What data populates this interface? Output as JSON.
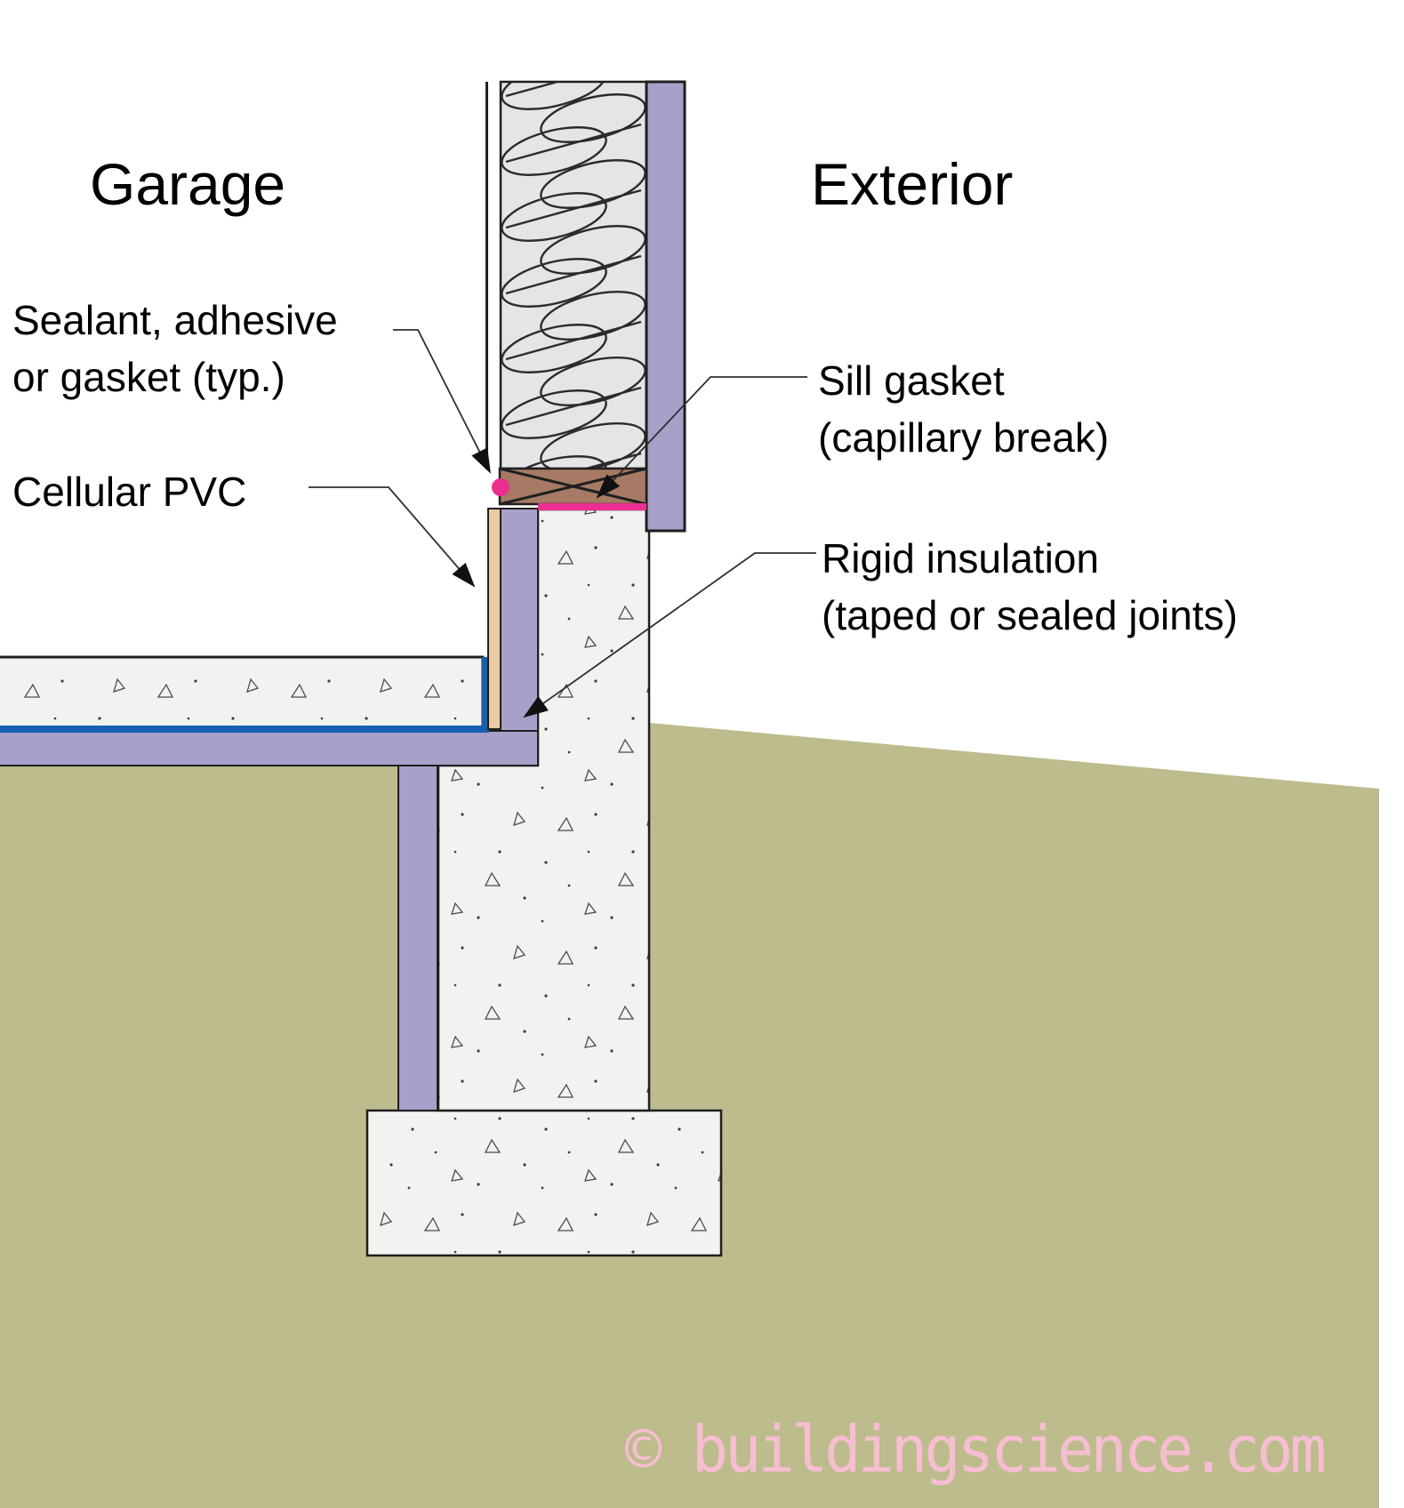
{
  "diagram": {
    "title_left": "Garage",
    "title_right": "Exterior",
    "callouts": {
      "sealant": {
        "line1": "Sealant, adhesive",
        "line2": "or gasket (typ.)"
      },
      "cellular_pvc": {
        "label": "Cellular PVC"
      },
      "sill_gasket": {
        "line1": "Sill gasket",
        "line2": "(capillary break)"
      },
      "rigid_insulation": {
        "line1": "Rigid insulation",
        "line2": "(taped or sealed joints)"
      }
    },
    "watermark": "© buildingscience.com",
    "colors": {
      "purple_insulation": "#a8a0c9",
      "concrete": "#f2f2f0",
      "batt": "#e3e6e4",
      "ground": "#bcbc8c",
      "wood_sill": "#a67a64",
      "pink_gasket": "#ed2d90",
      "blue_poly": "#1560b2",
      "tan_pvc": "#eccaa2",
      "line": "#1f1f1f",
      "watermark_pink": "#f7bed2"
    }
  }
}
